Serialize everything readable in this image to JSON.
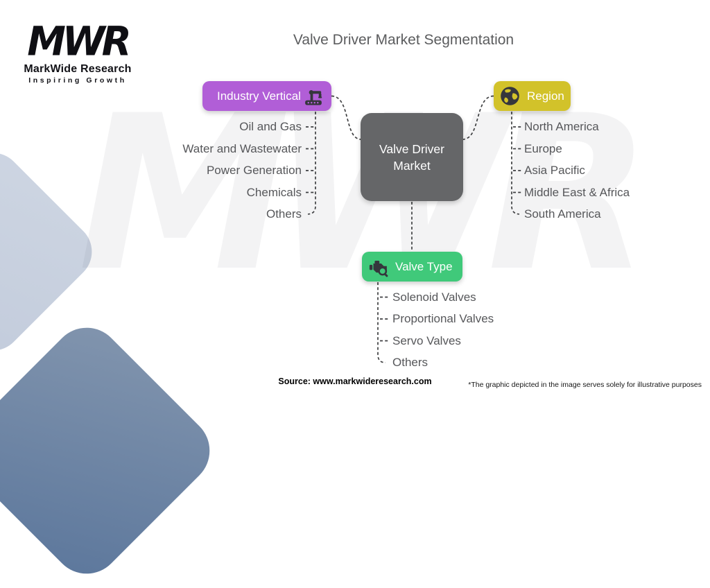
{
  "page": {
    "title": "Valve Driver Market Segmentation"
  },
  "logo": {
    "mark": "MWR",
    "name": "MarkWide Research",
    "tagline": "Inspiring Growth"
  },
  "watermark": "MWR",
  "center": {
    "label": "Valve Driver Market",
    "color": "#656668"
  },
  "branches": [
    {
      "id": "industry-vertical",
      "label": "Industry Vertical",
      "color": "#b15ed7",
      "icon": "robot-arm-icon",
      "items": [
        "Oil and Gas",
        "Water and Wastewater",
        "Power Generation",
        "Chemicals",
        "Others"
      ]
    },
    {
      "id": "region",
      "label": "Region",
      "color": "#d2c22a",
      "icon": "globe-icon",
      "items": [
        "North America",
        "Europe",
        "Asia Pacific",
        "Middle East & Africa",
        "South America"
      ]
    },
    {
      "id": "valve-type",
      "label": "Valve Type",
      "color": "#40c97a",
      "icon": "engine-magnifier-icon",
      "items": [
        "Solenoid Valves",
        "Proportional Valves",
        "Servo Valves",
        "Others"
      ]
    }
  ],
  "connector_color": "#3e3f41",
  "footer": {
    "source": "Source: www.markwideresearch.com",
    "disclaimer": "*The graphic depicted in the image serves solely for illustrative purposes"
  }
}
